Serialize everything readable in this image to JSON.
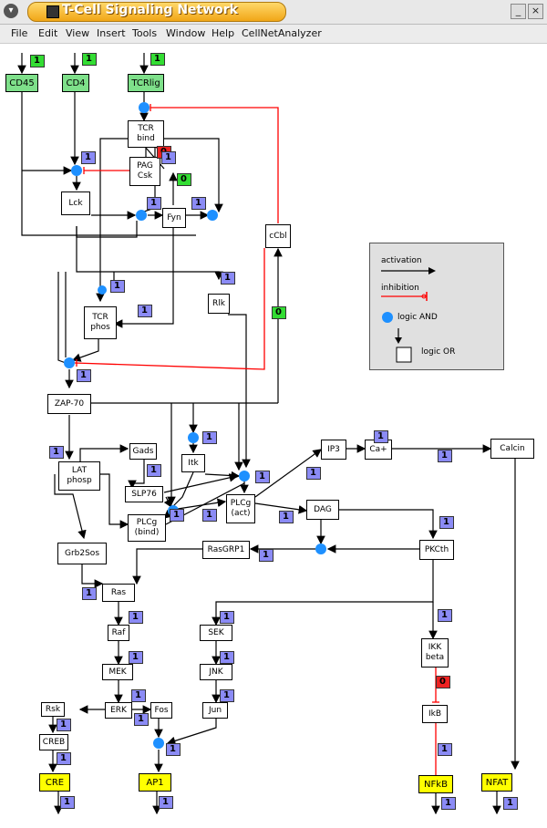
{
  "window": {
    "title": "T-Cell Signaling Network",
    "minimize_label": "_",
    "close_label": "×"
  },
  "menu": [
    "File",
    "Edit",
    "View",
    "Insert",
    "Tools",
    "Window",
    "Help",
    "CellNetAnalyzer"
  ],
  "nodes": {
    "cd45": "CD45",
    "cd4": "CD4",
    "tcrlig": "TCRlig",
    "tcrbind1": "TCR",
    "tcrbind2": "bind",
    "pag1": "PAG",
    "pag2": "Csk",
    "lck": "Lck",
    "fyn": "Fyn",
    "ccbl": "cCbl",
    "rlk": "Rlk",
    "tcrphos1": "TCR",
    "tcrphos2": "phos",
    "zap70": "ZAP-70",
    "gads": "Gads",
    "lat1": "LAT",
    "lat2": "phosp",
    "itk": "Itk",
    "slp76": "SLP76",
    "plcgb1": "PLCg",
    "plcgb2": "(bind)",
    "plcga1": "PLCg",
    "plcga2": "(act)",
    "ip3": "IP3",
    "ca": "Ca+",
    "calcin": "Calcin",
    "dag": "DAG",
    "grb2sos": "Grb2Sos",
    "rasgrp1": "RasGRP1",
    "pkcth": "PKCth",
    "ras": "Ras",
    "raf": "Raf",
    "mek": "MEK",
    "erk": "ERK",
    "sek": "SEK",
    "jnk": "JNK",
    "jun": "Jun",
    "rsk": "Rsk",
    "creb": "CREB",
    "fos": "Fos",
    "ikk1": "IKK",
    "ikk2": "beta",
    "ikb": "IkB",
    "cre": "CRE",
    "ap1": "AP1",
    "nfkb": "NFkB",
    "nfat": "NFAT"
  },
  "badges": {
    "one": "1",
    "zero": "0"
  },
  "legend": {
    "activation": "activation",
    "inhibition": "inhibition",
    "logic_and": "logic AND",
    "logic_or": "logic OR"
  },
  "colors": {
    "input_node": "#7ee08a",
    "output_node": "#ffff00",
    "badge_default": "#8b8bf5",
    "badge_active": "#33dd33",
    "badge_inactive": "#ee2222",
    "and_gate": "#1e90ff",
    "inhibition": "#ff0000"
  }
}
